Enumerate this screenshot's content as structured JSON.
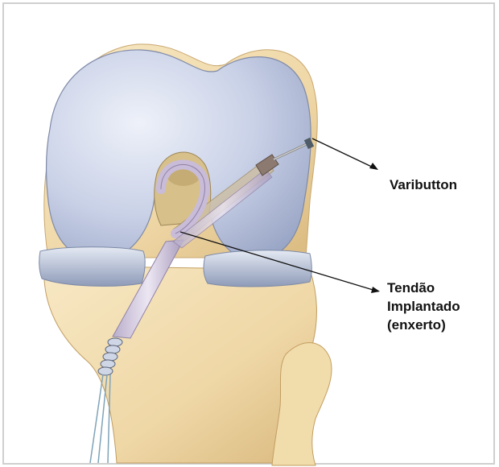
{
  "labels": {
    "vaributton": "Vaributton",
    "tendao_line1": "Tendão",
    "tendao_line2": "Implantado",
    "tendao_line3": "(enxerto)"
  },
  "colors": {
    "femur_cartilage": "#c7cfe6",
    "bone": "#f0dcae",
    "meniscus": "#aeb9cf",
    "graft": "#d6cbe0",
    "label_text": "#111111",
    "frame_border": "#cfcfcf"
  }
}
